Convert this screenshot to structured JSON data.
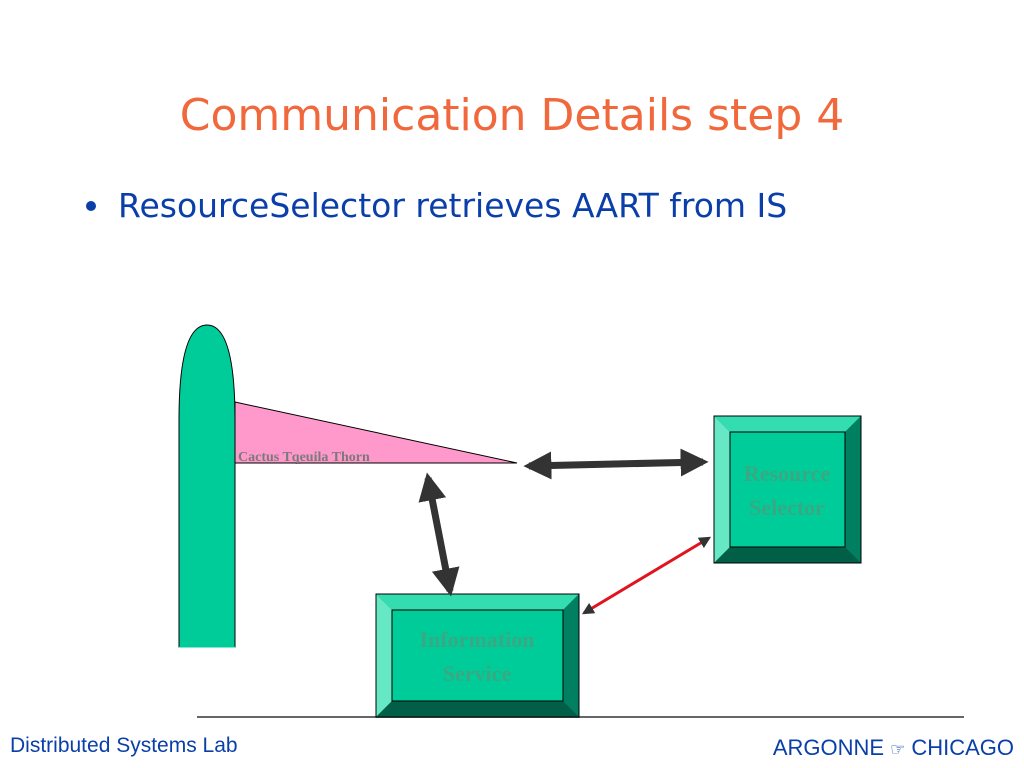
{
  "slide": {
    "title": "Communication Details step 4",
    "bullets": [
      "ResourceSelector retrieves AART from IS"
    ]
  },
  "diagram": {
    "cactus_label": "Cactus Tqeuila Thorn",
    "resource_selector": {
      "line1": "Resource",
      "line2": "Selector"
    },
    "information_service": {
      "line1": "Information",
      "line2": "Service"
    }
  },
  "footer": {
    "left": "Distributed Systems Lab",
    "right_left": "ARGONNE",
    "right_symbol": "☞",
    "right_right": "CHICAGO"
  },
  "colors": {
    "title": "#f0683c",
    "text": "#0a3faa",
    "node_fill": "#00cc99",
    "wedge_fill": "#ff99cc",
    "arrow": "#333333",
    "active_arrow": "#e0141e"
  }
}
